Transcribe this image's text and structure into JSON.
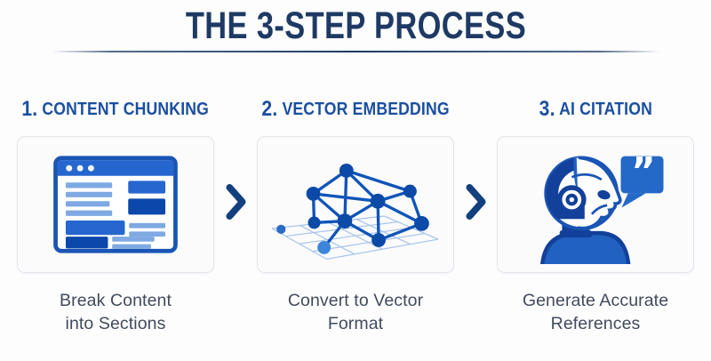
{
  "title": "THE 3-STEP PROCESS",
  "steps": [
    {
      "number": "1.",
      "header": "CONTENT CHUNKING",
      "caption_line1": "Break Content",
      "caption_line2": "into Sections",
      "icon": "browser-chunking-icon"
    },
    {
      "number": "2.",
      "header": "VECTOR EMBEDDING",
      "caption_line1": "Convert to Vector",
      "caption_line2": "Format",
      "icon": "vector-network-icon"
    },
    {
      "number": "3.",
      "header": "AI CITATION",
      "caption_line1": "Generate Accurate",
      "caption_line2": "References",
      "icon": "ai-citation-robot-icon"
    }
  ],
  "separator_icon": "chevron-right-icon",
  "colors": {
    "title_navy": "#1e3a64",
    "step_blue": "#1b4fa0",
    "caption_gray": "#414b5c",
    "card_bg": "#fbfbfc",
    "card_border": "#e4e5e9",
    "chevron_navy": "#12407f",
    "icon_blue_medium": "#2667cf",
    "icon_blue_dark": "#0c47ab",
    "icon_blue_light": "#7ea9e2",
    "node_blue": "#0b4aa6",
    "node_blue_light": "#3c85da",
    "edge_blue": "#0f55b8",
    "grid_blue": "#a6c3ea",
    "robot_navy": "#12409a",
    "robot_blue": "#2161c0",
    "bubble_blue": "#2468c8"
  }
}
